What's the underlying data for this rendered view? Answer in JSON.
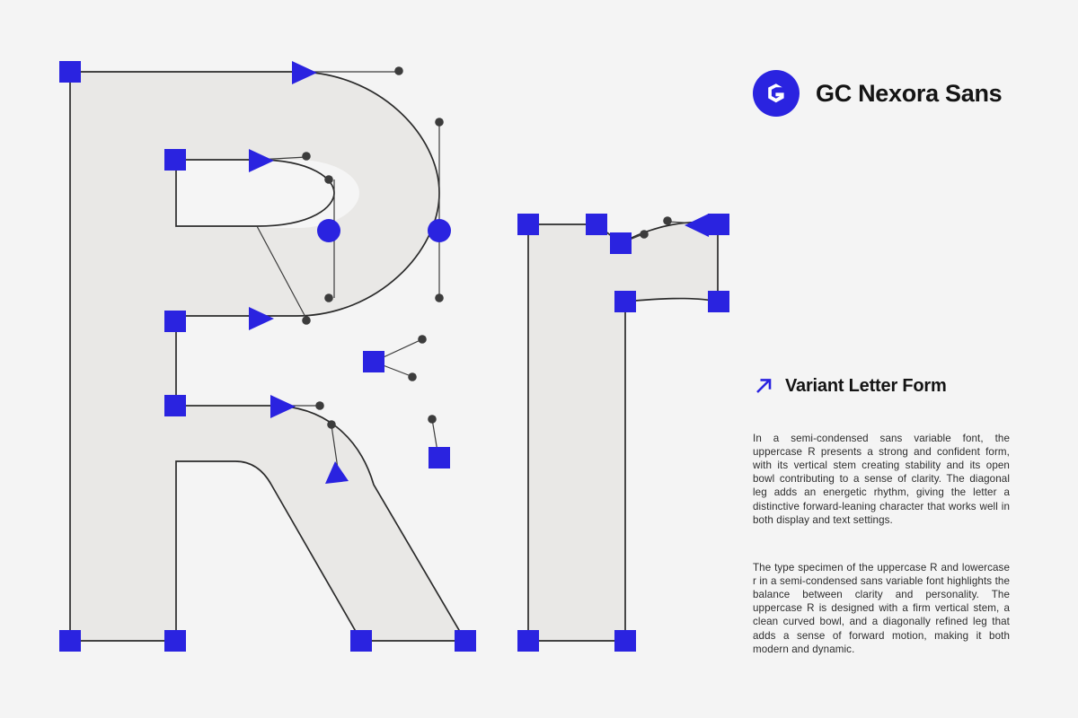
{
  "canvas": {
    "background_color": "#f4f4f4",
    "glyph_fill_color": "#e9e8e6",
    "glyph_outline_color": "#2b2b2b",
    "node_color": "#2a23e0",
    "handle_color": "#3c3c3c",
    "glyphs": [
      {
        "name": "uppercase-R",
        "character": "R"
      },
      {
        "name": "lowercase-r",
        "character": "r"
      }
    ]
  },
  "brand": {
    "logo_icon": "gc-hexagon-logo-icon",
    "name": "GC Nexora Sans"
  },
  "section": {
    "arrow_icon": "arrow-up-right-icon",
    "heading": "Variant Letter Form",
    "paragraph_one": "In a semi-condensed sans variable font, the uppercase R presents a strong and confident form, with its vertical stem creating stability and its open bowl contributing to a sense of clarity. The diagonal leg adds an energetic rhythm, giving the letter a distinctive forward-leaning character that works well in both display and text settings.",
    "paragraph_two": "The type specimen of the uppercase R and lowercase r in a semi-condensed sans variable font highlights the balance between clarity and personality. The uppercase R is designed with a firm vertical stem, a clean curved bowl, and a diagonally refined leg that adds a sense of forward motion, making it both modern and dynamic."
  }
}
